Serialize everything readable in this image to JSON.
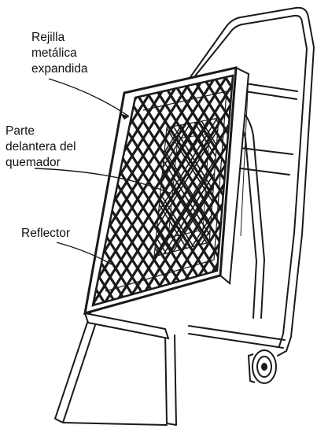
{
  "labels": {
    "grille": "Rejilla\nmetálica\nexpandida",
    "burner_face": "Parte\ndelantera del\nquemador",
    "reflector": "Reflector"
  },
  "colors": {
    "line": "#1a1a1a",
    "background": "#ffffff"
  }
}
